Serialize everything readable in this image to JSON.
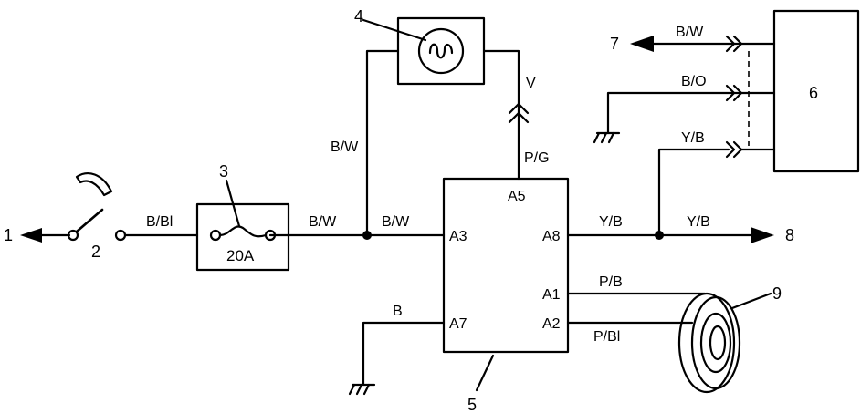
{
  "callouts": {
    "n1": "1",
    "n2": "2",
    "n3": "3",
    "n4": "4",
    "n5": "5",
    "n6": "6",
    "n7": "7",
    "n8": "8",
    "n9": "9"
  },
  "wires": {
    "bbl": "B/Bl",
    "bw_fuse_out": "B/W",
    "bw_to_lamp": "B/W",
    "bw_to_a3": "B/W",
    "v": "V",
    "pg": "P/G",
    "b_ground": "B",
    "yb_a8": "Y/B",
    "yb_to_8": "Y/B",
    "pb": "P/B",
    "pbl": "P/Bl",
    "bw_to_7": "B/W",
    "bo": "B/O",
    "yb_unit6": "Y/B"
  },
  "fuse": {
    "rating": "20A"
  },
  "module_pins": {
    "a1": "A1",
    "a2": "A2",
    "a3": "A3",
    "a5": "A5",
    "a7": "A7",
    "a8": "A8"
  }
}
